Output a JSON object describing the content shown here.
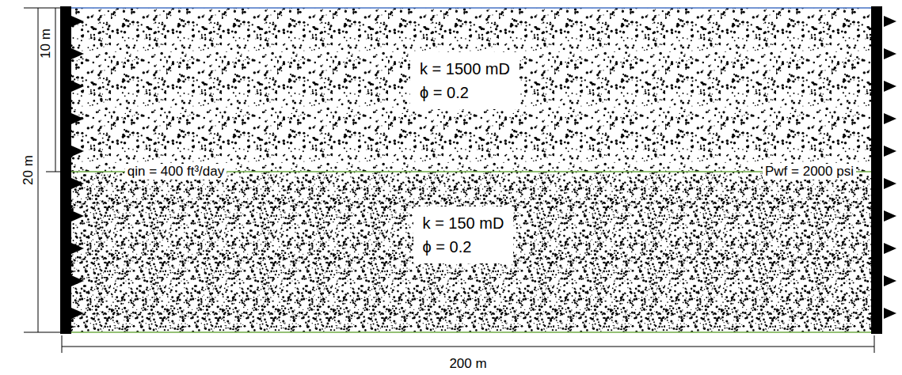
{
  "diagram": {
    "nodes": [
      {
        "text": [
          "k = 1500 mD",
          "ϕ = 0.2"
        ]
      },
      {
        "text": [
          "k = 150 mD",
          "ϕ = 0.2"
        ]
      }
    ],
    "labels": [
      "10 m",
      "20 m",
      "qin = 400 ft³/day",
      "Pwf = 2000 psi",
      "200 m"
    ]
  }
}
